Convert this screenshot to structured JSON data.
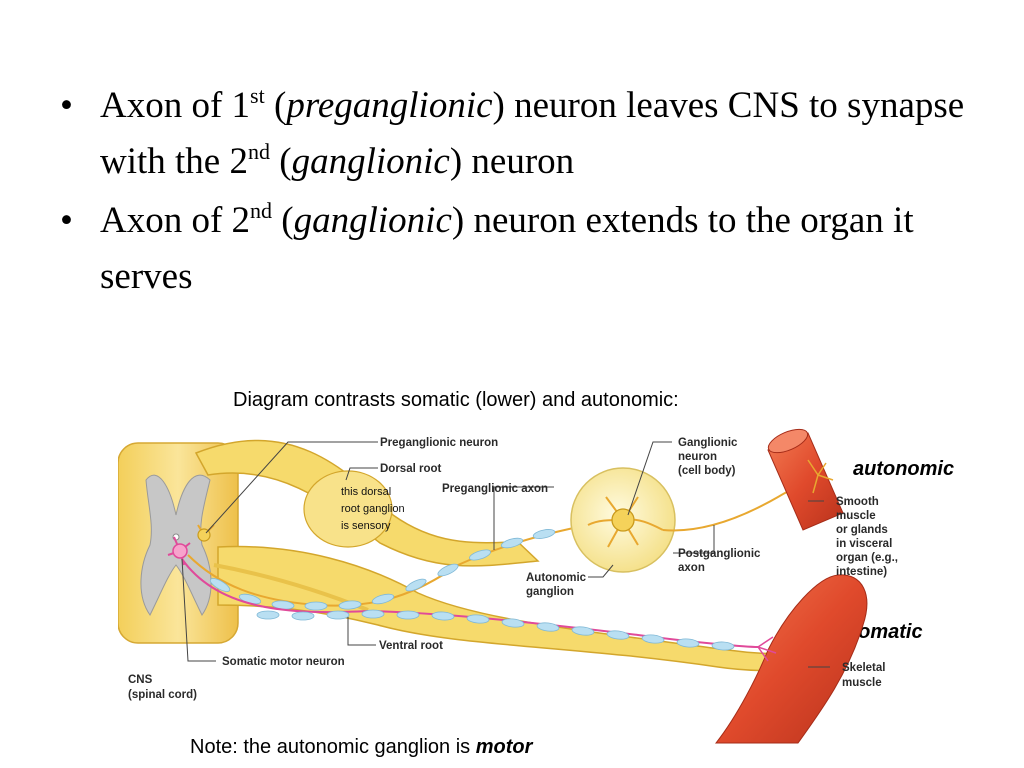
{
  "bullets": [
    {
      "dot": "•",
      "a": "Axon of 1",
      "sup1": "st",
      "b": " (",
      "it1": "preganglionic",
      "c": ") neuron leaves CNS to synapse with the 2",
      "sup2": "nd",
      "d": " (",
      "it2": "ganglionic",
      "e": ") neuron"
    },
    {
      "dot": "•",
      "a": "Axon of 2",
      "sup1": "nd",
      "b": " (",
      "it1": "ganglionic",
      "c": ") neuron extends to the organ it serves"
    }
  ],
  "caption": "Diagram contrasts somatic (lower) and autonomic:",
  "note": {
    "prefix": "Note: the autonomic ganglion is ",
    "emphasis": "motor"
  },
  "side_labels": {
    "autonomic": "autonomic",
    "somatic": "somatic"
  },
  "diagram": {
    "labels": {
      "preganglionic_neuron": "Preganglionic neuron",
      "dorsal_root": "Dorsal root",
      "preganglionic_axon": "Preganglionic axon",
      "ganglionic_neuron_1": "Ganglionic",
      "ganglionic_neuron_2": "neuron",
      "ganglionic_neuron_3": "(cell body)",
      "smooth_1": "Smooth",
      "smooth_2": "muscle",
      "smooth_3": "or glands",
      "smooth_4": "in visceral",
      "smooth_5": "organ (e.g.,",
      "smooth_6": "intestine)",
      "postganglionic_1": "Postganglionic",
      "postganglionic_2": "axon",
      "autonomic_ganglion_1": "Autonomic",
      "autonomic_ganglion_2": "ganglion",
      "ventral_root": "Ventral root",
      "somatic_motor_neuron": "Somatic motor neuron",
      "cns_1": "CNS",
      "cns_2": "(spinal cord)",
      "skeletal_1": "Skeletal",
      "skeletal_2": "muscle",
      "drg_note_1": "this dorsal",
      "drg_note_2": "root ganglion",
      "drg_note_3": "is sensory"
    },
    "colors": {
      "nerve_yellow": "#f6dc6e",
      "nerve_edge": "#d4a82a",
      "spinal_cord": "#f8e08a",
      "gray_matter": "#c9c9c9",
      "myelin_blue": "#b9dff2",
      "axon_pink": "#e04a9a",
      "ganglion_cream": "#fbf0b8",
      "muscle_red": "#e24a2c"
    }
  }
}
